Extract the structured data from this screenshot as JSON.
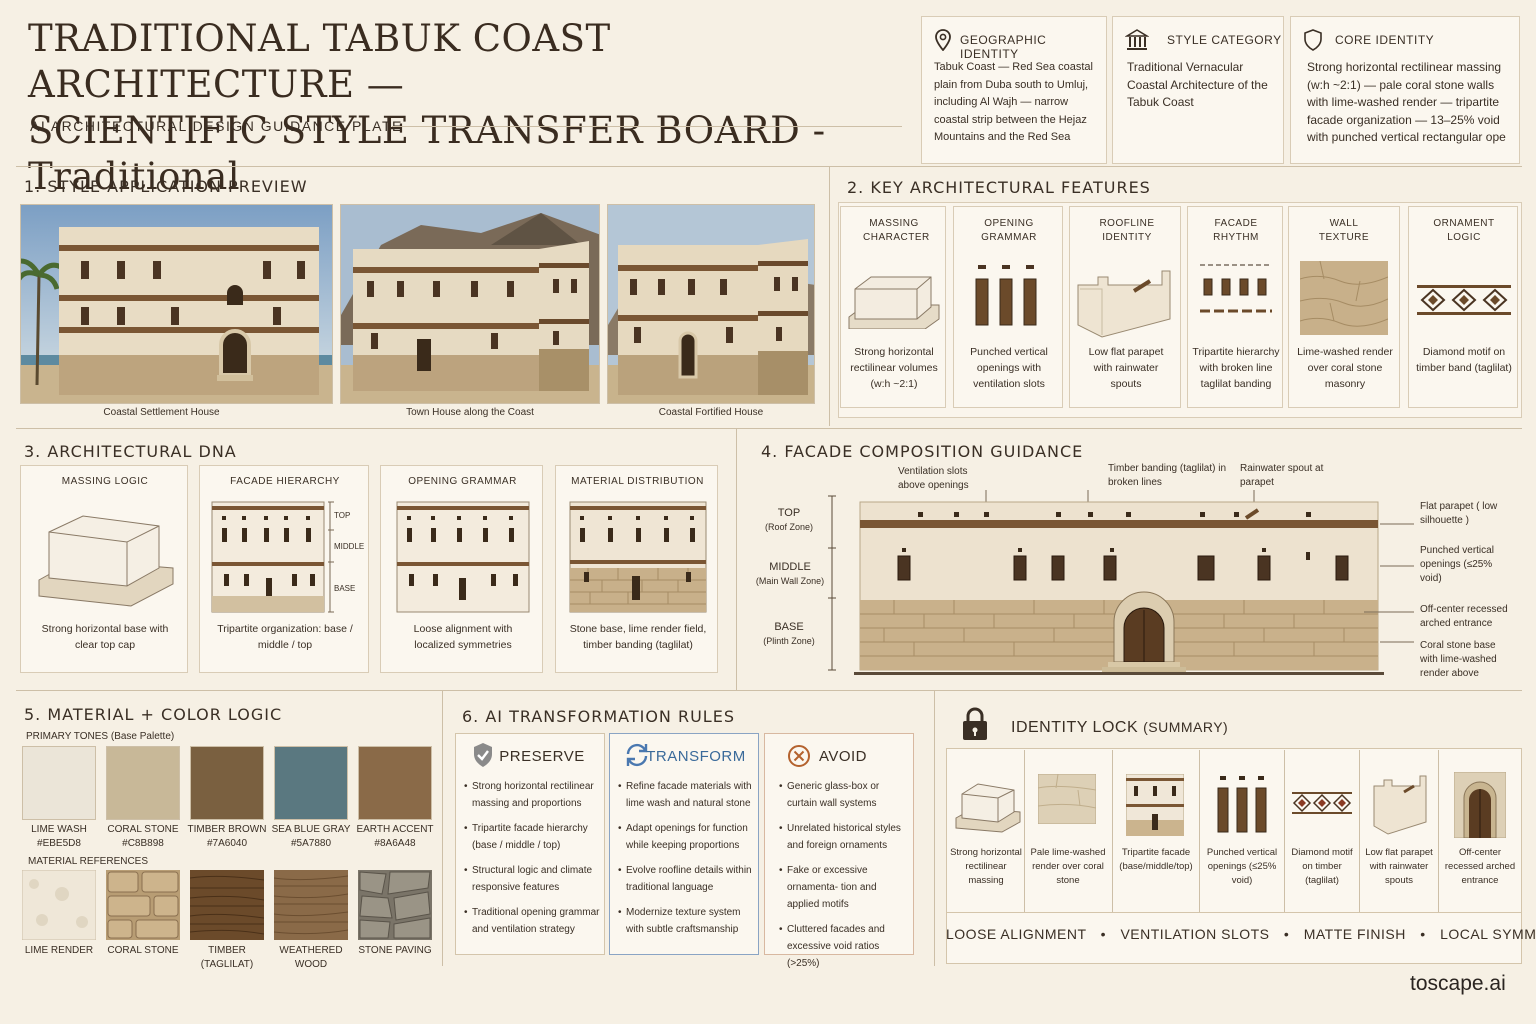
{
  "header": {
    "title_line1": "TRADITIONAL TABUK COAST ARCHITECTURE —",
    "title_line2": "SCIENTIFIC STYLE TRANSFER BOARD - Traditional",
    "subtitle": "AI ARCHITECTURAL DESIGN GUIDANCE PLATE"
  },
  "info_cards": [
    {
      "icon": "map-pin-icon",
      "title": "GEOGRAPHIC IDENTITY",
      "text": "Tabuk Coast — Red Sea coastal plain from Duba south to Umluj, including Al Wajh — narrow coastal strip between the Hejaz Mountains and the Red Sea"
    },
    {
      "icon": "columns-icon",
      "title": "STYLE CATEGORY",
      "text": "Traditional Vernacular Coastal Architecture of the Tabuk Coast"
    },
    {
      "icon": "shield-icon",
      "title": "CORE IDENTITY",
      "text": "Strong horizontal rectilinear massing (w:h ~2:1) — pale coral stone walls with lime-washed render — tripartite facade organization — 13–25% void with punched vertical rectangular ope"
    }
  ],
  "sec1": {
    "title": "1. STYLE APPLICATION PREVIEW",
    "photos": [
      {
        "caption": "Coastal Settlement House"
      },
      {
        "caption": "Town House along the Coast"
      },
      {
        "caption": "Coastal Fortified House"
      }
    ]
  },
  "sec2": {
    "title": "2. KEY ARCHITECTURAL FEATURES",
    "features": [
      {
        "title": "MASSING CHARACTER",
        "text": "Strong horizontal rectilinear volumes (w:h ~2:1)"
      },
      {
        "title": "OPENING GRAMMAR",
        "text": "Punched vertical openings with ventilation slots"
      },
      {
        "title": "ROOFLINE IDENTITY",
        "text": "Low flat parapet with rainwater spouts"
      },
      {
        "title": "FACADE RHYTHM",
        "text": "Tripartite hierarchy with broken line taglilat banding"
      },
      {
        "title": "WALL TEXTURE",
        "text": "Lime-washed render over coral stone masonry"
      },
      {
        "title": "ORNAMENT LOGIC",
        "text": "Diamond motif on timber band (taglilat)"
      }
    ]
  },
  "sec3": {
    "title": "3. ARCHITECTURAL DNA",
    "cards": [
      {
        "title": "MASSING LOGIC",
        "text": "Strong horizontal base with clear top cap"
      },
      {
        "title": "FACADE HIERARCHY",
        "text": "Tripartite organization: base / middle / top"
      },
      {
        "title": "OPENING GRAMMAR",
        "text": "Loose alignment with localized symmetries"
      },
      {
        "title": "MATERIAL DISTRIBUTION",
        "text": "Stone base, lime render field, timber banding (taglilat)"
      }
    ],
    "zone_labels": {
      "top": "TOP",
      "middle": "MIDDLE",
      "base": "BASE"
    }
  },
  "sec4": {
    "title": "4. FACADE COMPOSITION GUIDANCE",
    "top_notes": [
      "Ventilation slots above openings",
      "Timber banding (taglilat) in broken lines",
      "Rainwater spout at parapet"
    ],
    "zones": [
      {
        "name": "TOP",
        "sub": "(Roof Zone)"
      },
      {
        "name": "MIDDLE",
        "sub": "(Main Wall Zone)"
      },
      {
        "name": "BASE",
        "sub": "(Plinth Zone)"
      }
    ],
    "right_notes": [
      "Flat parapet ( low silhouette )",
      "Punched vertical openings (≤25% void)",
      "Off-center recessed arched entrance",
      "Coral stone base with lime-washed render above"
    ]
  },
  "sec5": {
    "title": "5. MATERIAL + COLOR LOGIC",
    "primary_label": "PRIMARY TONES",
    "primary_sub": "(Base Palette)",
    "swatches": [
      {
        "name": "LIME WASH",
        "hex": "#EBE5D8",
        "color": "#EBE5D8"
      },
      {
        "name": "CORAL STONE",
        "hex": "#C8B898",
        "color": "#C8B898"
      },
      {
        "name": "TIMBER BROWN",
        "hex": "#7A6040",
        "color": "#7A6040"
      },
      {
        "name": "SEA BLUE GRAY",
        "hex": "#5A7880",
        "color": "#5A7880"
      },
      {
        "name": "EARTH ACCENT",
        "hex": "#8A6A48",
        "color": "#8A6A48"
      }
    ],
    "material_label": "MATERIAL REFERENCES",
    "materials": [
      {
        "name": "LIME RENDER"
      },
      {
        "name": "CORAL STONE"
      },
      {
        "name": "TIMBER (TAGLILAT)"
      },
      {
        "name": "WEATHERED WOOD"
      },
      {
        "name": "STONE PAVING"
      }
    ]
  },
  "sec6": {
    "title": "6. AI TRANSFORMATION RULES",
    "rules": [
      {
        "icon": "shield-check-icon",
        "title": "PRESERVE",
        "items": [
          "Strong horizontal rectilinear massing and proportions",
          "Tripartite facade hierarchy (base / middle / top)",
          "Structural logic and climate responsive features",
          "Traditional opening grammar and ventilation strategy"
        ]
      },
      {
        "icon": "refresh-icon",
        "title": "TRANSFORM",
        "items": [
          "Refine facade materials with lime wash and natural stone",
          "Adapt openings for function while keeping proportions",
          "Evolve roofline details within traditional language",
          "Modernize texture system with subtle craftsmanship"
        ]
      },
      {
        "icon": "cross-circle-icon",
        "title": "AVOID",
        "items": [
          "Generic glass-box or curtain wall systems",
          "Unrelated historical styles and foreign ornaments",
          "Fake or excessive ornamenta- tion and applied motifs",
          "Cluttered facades and excessive void ratios (>25%)"
        ]
      }
    ]
  },
  "identity": {
    "title": "IDENTITY LOCK",
    "title_sub": "(SUMMARY)",
    "items": [
      "Strong horizontal rectilinear massing",
      "Pale lime-washed render over coral stone",
      "Tripartite facade (base/middle/top)",
      "Punched vertical openings (≤25% void)",
      "Diamond motif on timber (taglilat)",
      "Low flat parapet with rainwater spouts",
      "Off-center recessed arched entrance"
    ],
    "keywords": [
      "LOOSE ALIGNMENT",
      "VENTILATION SLOTS",
      "MATTE FINISH",
      "LOCAL SYMMETRIES"
    ]
  },
  "brand": "toscape.ai",
  "colors": {
    "accent": "#8A5A2E",
    "stone": "#C8B898",
    "render": "#EBE5D8",
    "timber": "#6B4A2A"
  }
}
